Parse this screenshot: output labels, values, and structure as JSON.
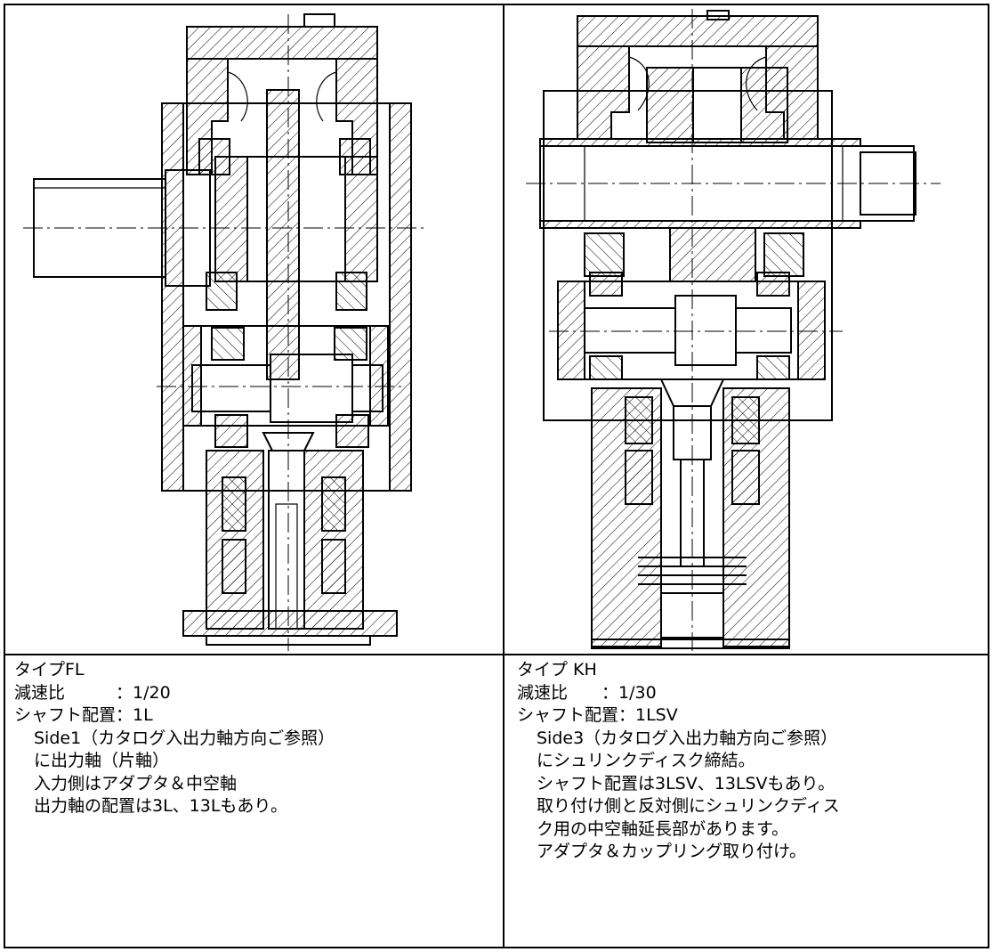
{
  "left": {
    "type_label": "タイプFL",
    "ratio_label": "減速比　　　：1/20",
    "shaft_label": "シャフト配置：1L",
    "notes": [
      "Side1（カタログ入出力軸方向ご参照）",
      "に出力軸（片軸）",
      "入力側はアダプタ＆中空軸",
      "出力軸の配置は3L、13Lもあり。"
    ]
  },
  "right": {
    "type_label": "タイプ KH",
    "ratio_label": "減速比　　：1/30",
    "shaft_label": "シャフト配置：1LSV",
    "notes": [
      "Side3（カタログ入出力軸方向ご参照）",
      "にシュリンクディスク締結。",
      "シャフト配置は3LSV、13LSVもあり。",
      "取り付け側と反対側にシュリンクディス",
      "ク用の中空軸延長部があります。",
      "アダプタ＆カップリング取り付け。"
    ]
  }
}
